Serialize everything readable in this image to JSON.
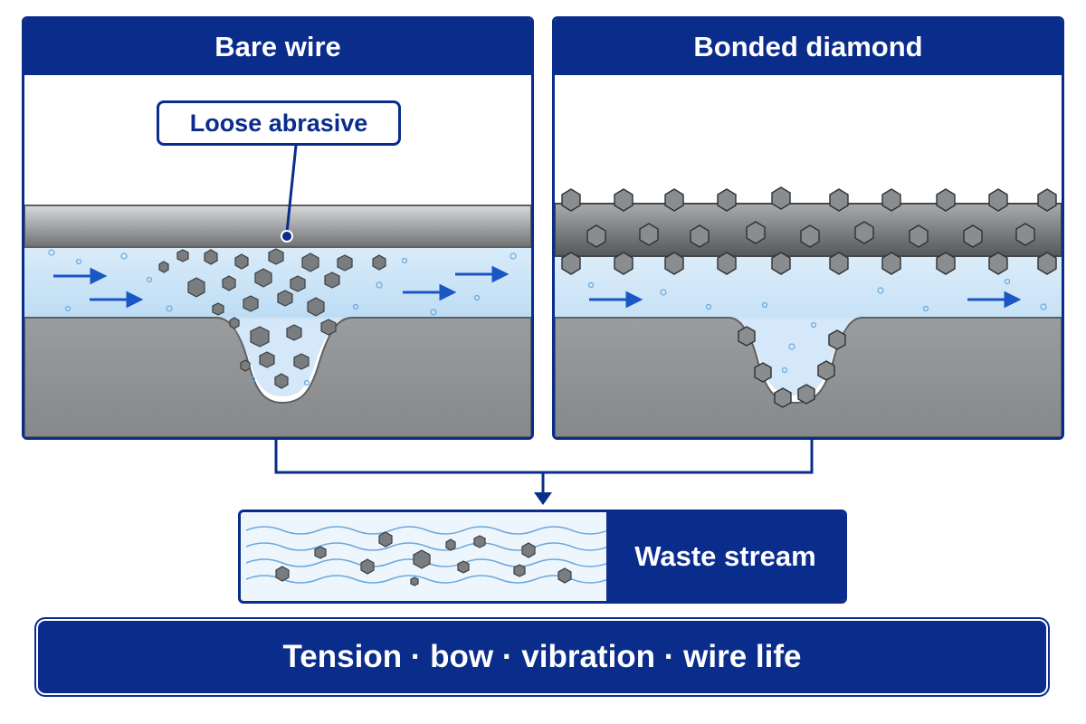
{
  "left_panel": {
    "title": "Bare wire",
    "callout": "Loose abrasive"
  },
  "right_panel": {
    "title": "Bonded diamond"
  },
  "waste": {
    "label": "Waste stream"
  },
  "footer": {
    "text": "Tension · bow · vibration · wire life"
  },
  "colors": {
    "navy": "#0a2d8c",
    "slurry": "#cfe6f8",
    "workpiece": "#8f9294",
    "wire": "#a4a6a8",
    "arrow": "#1a56c4"
  }
}
